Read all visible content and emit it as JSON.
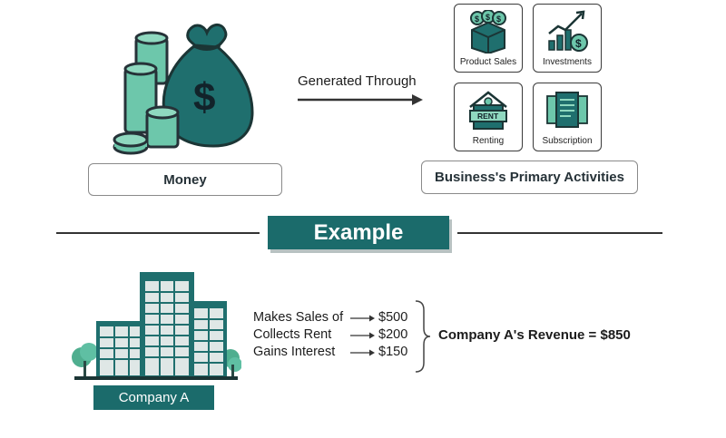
{
  "top": {
    "arrow_label": "Generated Through",
    "money_label": "Money",
    "activities_label": "Business's Primary Activities",
    "cards": [
      {
        "label": "Product Sales",
        "icon": "product-box-icon"
      },
      {
        "label": "Investments",
        "icon": "investment-chart-icon"
      },
      {
        "label": "Renting",
        "icon": "rent-house-icon"
      },
      {
        "label": "Subscription",
        "icon": "subscription-icon"
      }
    ]
  },
  "example": {
    "title": "Example",
    "rows": [
      {
        "text": "Makes Sales of",
        "amount": "$500"
      },
      {
        "text": "Collects Rent",
        "amount": "$200"
      },
      {
        "text": "Gains Interest",
        "amount": "$150"
      }
    ],
    "revenue": "Company A's Revenue = $850",
    "company_label": "Company A"
  },
  "colors": {
    "teal": "#1b6b6b",
    "mint": "#5fbfa3",
    "dark": "#263238"
  }
}
